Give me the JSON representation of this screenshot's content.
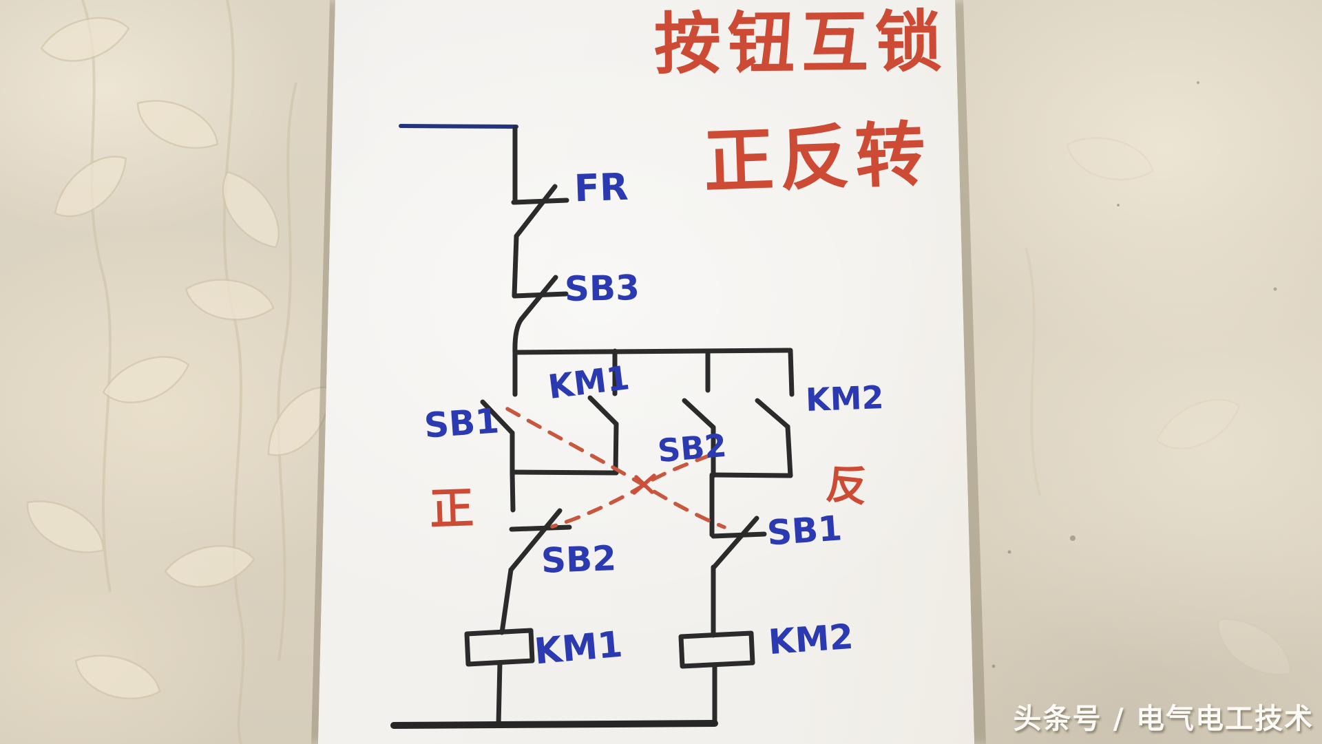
{
  "photo": {
    "title_line1": "按钮互锁",
    "title_line2": "正反转",
    "watermark": "头条号 / 电气电工技术"
  },
  "labels": {
    "fr": "FR",
    "sb3": "SB3",
    "km1_contact": "KM1",
    "sb1_forward_button": "SB1",
    "sb2_reverse_button": "SB2",
    "km2_contact": "KM2",
    "sb2_interlock_left": "SB2",
    "sb1_interlock_right": "SB1",
    "km1_coil": "KM1",
    "km2_coil": "KM2",
    "forward_mark": "正",
    "reverse_mark": "反"
  },
  "colors": {
    "marker_black": "#2b2b2b",
    "marker_blue": "#2b3ab0",
    "marker_red": "#cd4a35",
    "dash_red": "#c8573f",
    "wire_navy": "#25337f",
    "paper": "#f1efeb",
    "wallpaper": "#ddd4c2"
  }
}
